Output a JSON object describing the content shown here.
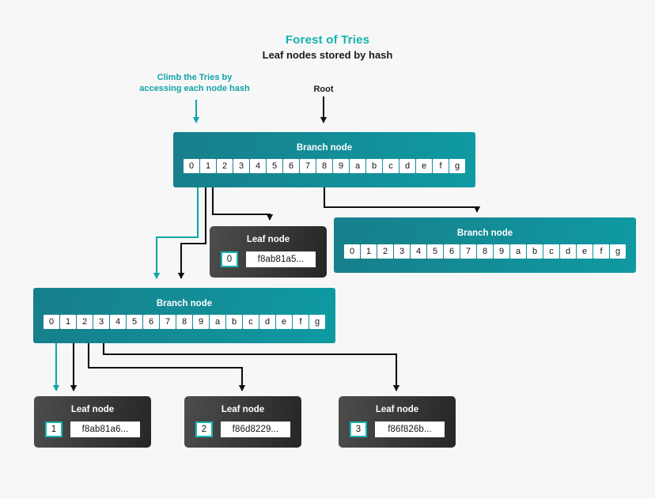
{
  "page": {
    "background": "#f7f7f7",
    "accent_teal": "#13b2ae",
    "node_teal_dark": "#177f8b",
    "node_teal_light": "#0f9aa2",
    "leaf_dark": "#262626",
    "arrow_black": "#111111",
    "arrow_teal": "#12a6aa"
  },
  "header": {
    "title": "Forest of Tries",
    "subtitle": "Leaf nodes stored by hash"
  },
  "annotations": [
    {
      "name": "climb-annotation",
      "text": "Climb the Tries by\naccessing each node hash",
      "color": "#10a4a8"
    },
    {
      "name": "root-annotation",
      "text": "Root",
      "color": "#1b1b1b"
    }
  ],
  "nibbles": [
    "0",
    "1",
    "2",
    "3",
    "4",
    "5",
    "6",
    "7",
    "8",
    "9",
    "a",
    "b",
    "c",
    "d",
    "e",
    "f",
    "g"
  ],
  "branch_nodes": [
    {
      "id": "root-branch",
      "label": "Branch node"
    },
    {
      "id": "right-branch",
      "label": "Branch node"
    },
    {
      "id": "lower-branch",
      "label": "Branch node"
    }
  ],
  "leaf_nodes": [
    {
      "id": "leaf-0",
      "label": "Leaf node",
      "index": "0",
      "hash": "f8ab81a5..."
    },
    {
      "id": "leaf-1",
      "label": "Leaf node",
      "index": "1",
      "hash": "f8ab81a6..."
    },
    {
      "id": "leaf-2",
      "label": "Leaf node",
      "index": "2",
      "hash": "f86d8229..."
    },
    {
      "id": "leaf-3",
      "label": "Leaf node",
      "index": "3",
      "hash": "f86f826b..."
    }
  ]
}
